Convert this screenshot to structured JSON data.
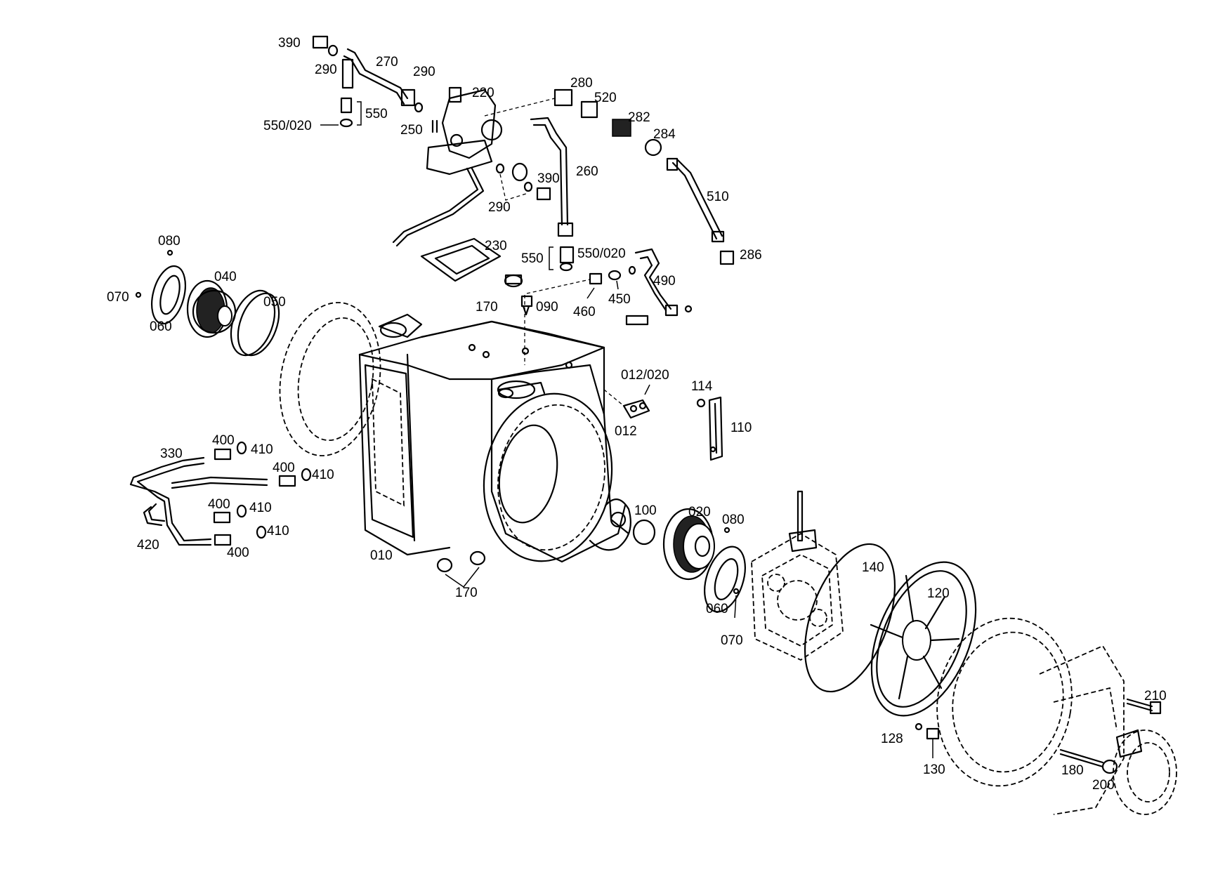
{
  "labels": {
    "p390a": "390",
    "p290a": "290",
    "p270": "270",
    "p290b": "290",
    "p220": "220",
    "p280": "280",
    "p520": "520",
    "p282": "282",
    "p284": "284",
    "p550a": "550",
    "p550_020a": "550/020",
    "p250": "250",
    "p390b": "390",
    "p260": "260",
    "p290c": "290",
    "p510": "510",
    "p230": "230",
    "p550b": "550",
    "p550_020b": "550/020",
    "p286": "286",
    "p080a": "080",
    "p040": "040",
    "p070a": "070",
    "p050": "050",
    "p060a": "060",
    "p170a": "170",
    "p090": "090",
    "p460": "460",
    "p450": "450",
    "p490": "490",
    "p012_020": "012/020",
    "p012": "012",
    "p114": "114",
    "p110": "110",
    "p330": "330",
    "p400a": "400",
    "p410a": "410",
    "p400b": "400",
    "p410b": "410",
    "p400c": "400",
    "p410c": "410",
    "p410d": "410",
    "p420": "420",
    "p400d": "400",
    "p010": "010",
    "p170b": "170",
    "p100": "100",
    "p020": "020",
    "p080b": "080",
    "p060b": "060",
    "p070b": "070",
    "p140": "140",
    "p120": "120",
    "p128": "128",
    "p130": "130",
    "p210": "210",
    "p180": "180",
    "p200": "200"
  }
}
